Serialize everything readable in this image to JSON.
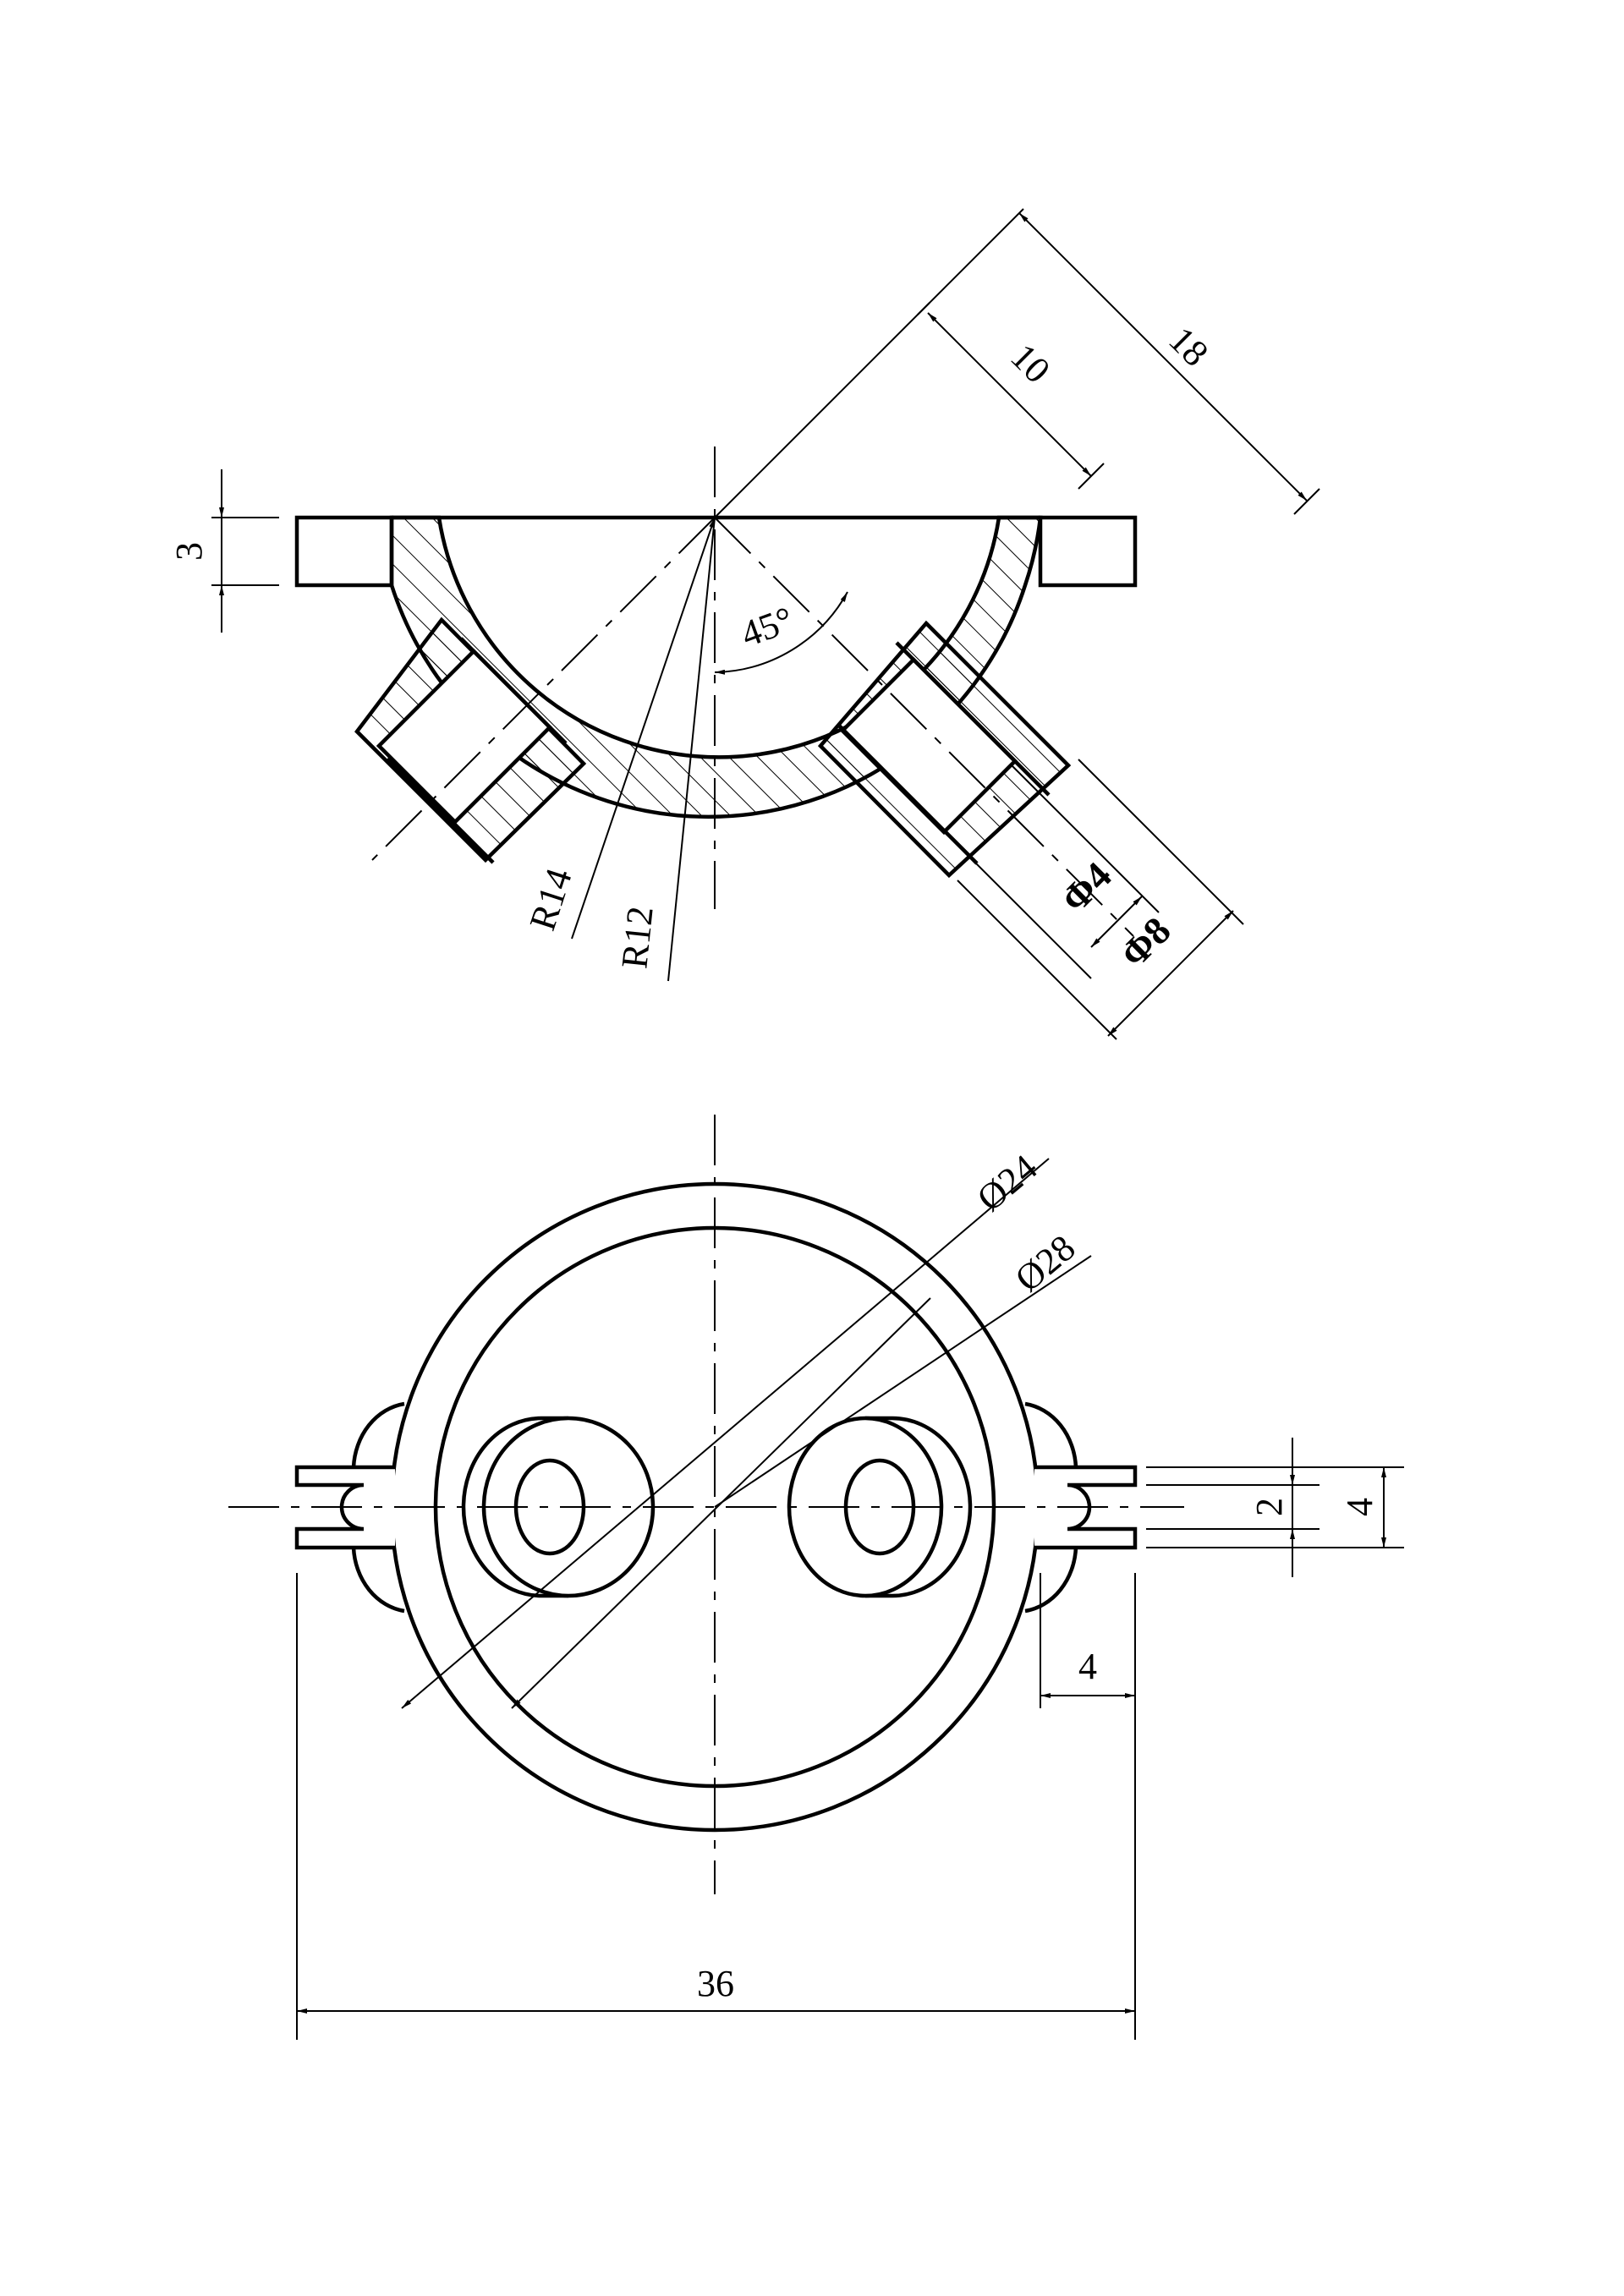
{
  "dimensions": {
    "flange_thickness": "3",
    "cut_radius": "10",
    "boss_distance": "18",
    "angle": "45°",
    "outer_radius": "R14",
    "inner_radius": "R12",
    "hole_diameter": "Φ4",
    "boss_diameter": "Φ8",
    "inner_diameter": "Ø24",
    "outer_diameter": "Ø28",
    "slot_width": "2",
    "lug_height": "4",
    "lug_length": "4",
    "overall_width": "36"
  },
  "colors": {
    "line": "#000000",
    "background": "#ffffff"
  }
}
